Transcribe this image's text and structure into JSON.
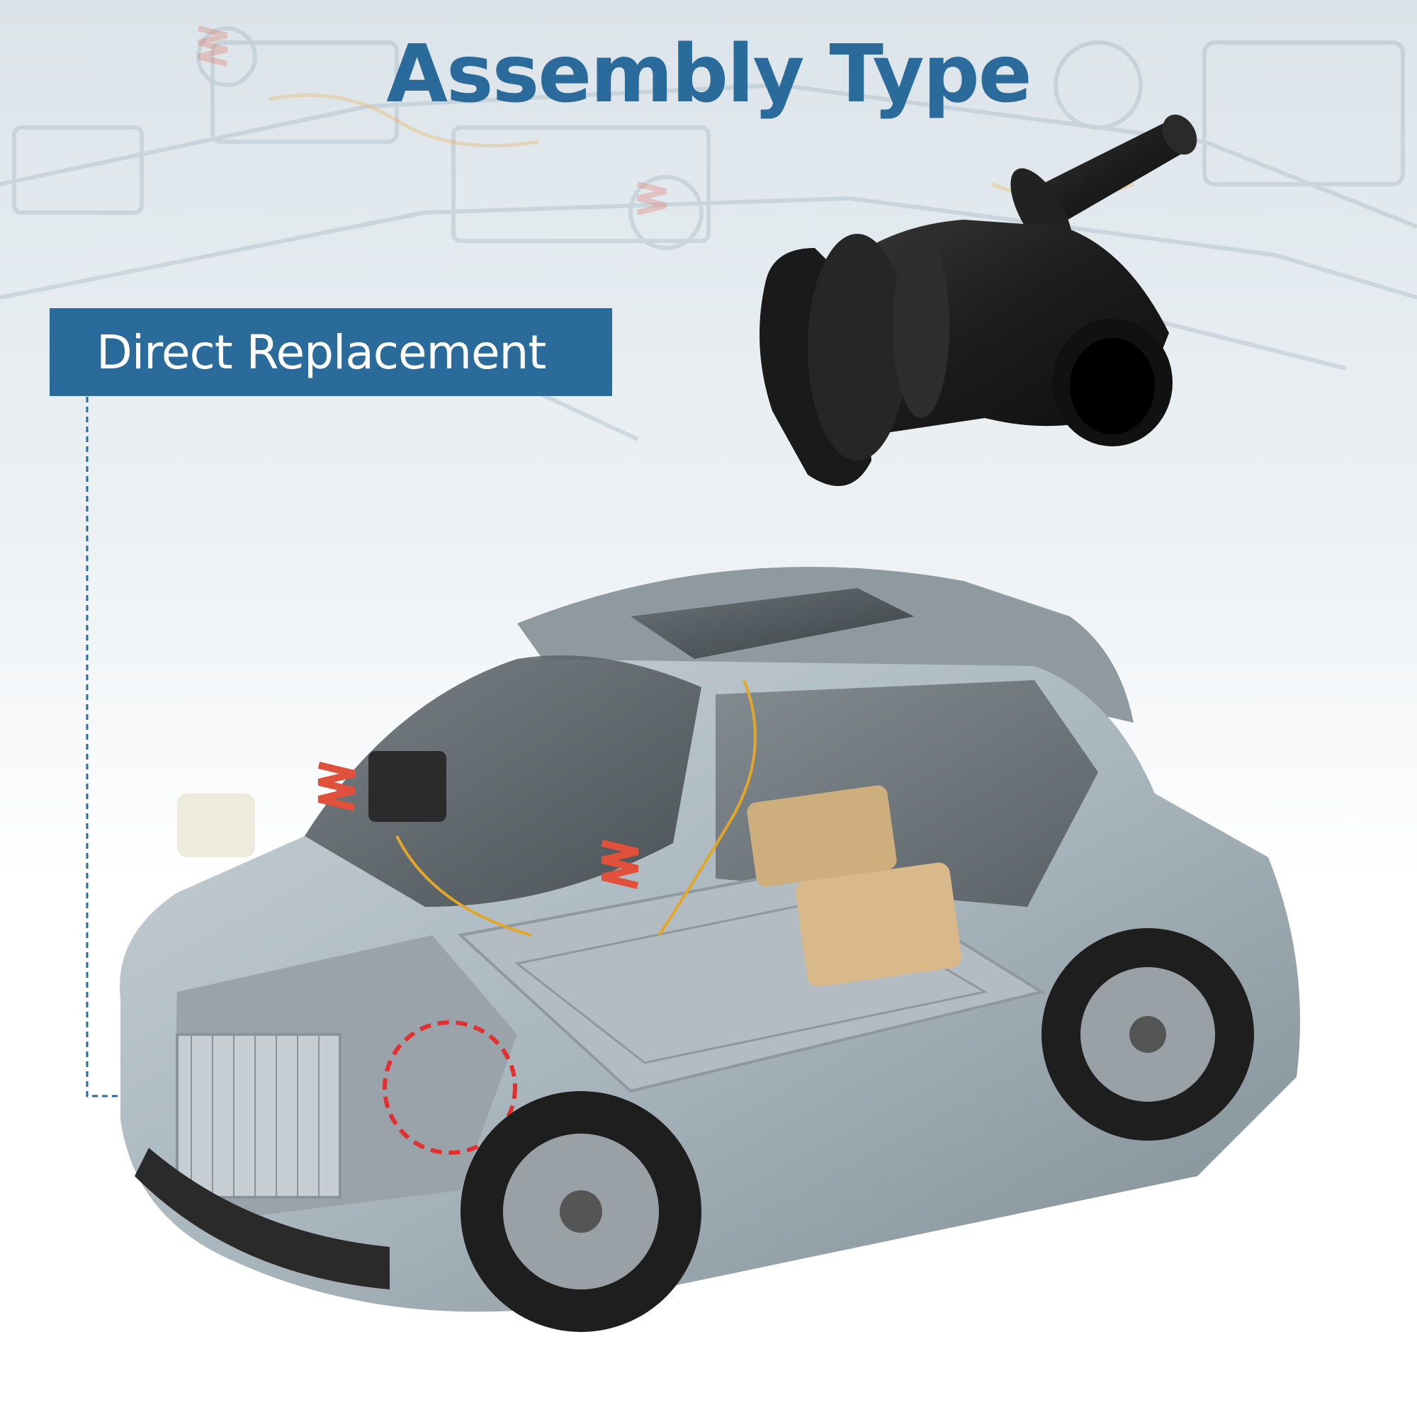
{
  "header": {
    "title": "Assembly Type"
  },
  "callout": {
    "label": "Direct Replacement"
  },
  "colors": {
    "accent": "#2a6b9b",
    "highlight_ring": "#e03030",
    "background": "#ffffff"
  },
  "images": {
    "background": "engine-bay-illustration",
    "product": "coolant-hose-flange-part",
    "vehicle": "suv-cutaway-illustration"
  }
}
